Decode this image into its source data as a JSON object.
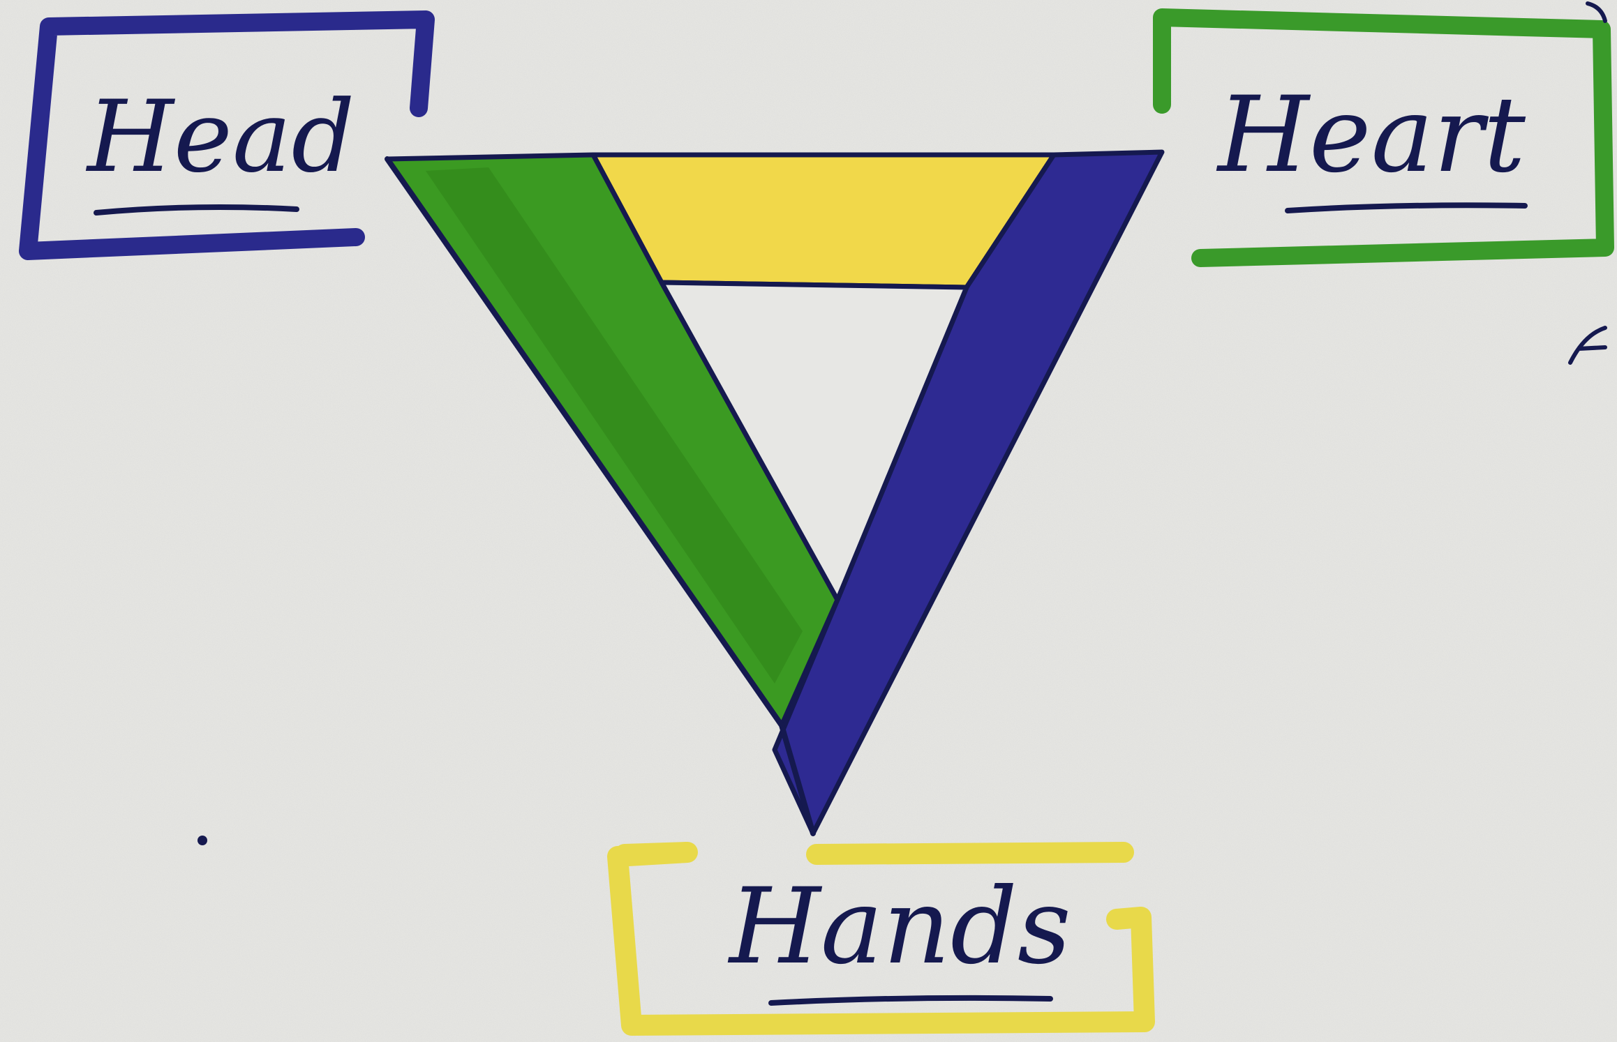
{
  "labels": {
    "head": "Head",
    "heart": "Heart",
    "hands": "Hands"
  },
  "colors": {
    "paper": "#e6e6e3",
    "head_box": "#2a2a8c",
    "heart_box": "#3a9a2a",
    "hands_box": "#e8d94a",
    "triangle_left_green": "#3b9a22",
    "triangle_top_yellow": "#f1d84a",
    "triangle_right_blue": "#2e2a92",
    "ink": "#15194f"
  },
  "icons": {
    "center": "impossible-triangle-icon"
  }
}
